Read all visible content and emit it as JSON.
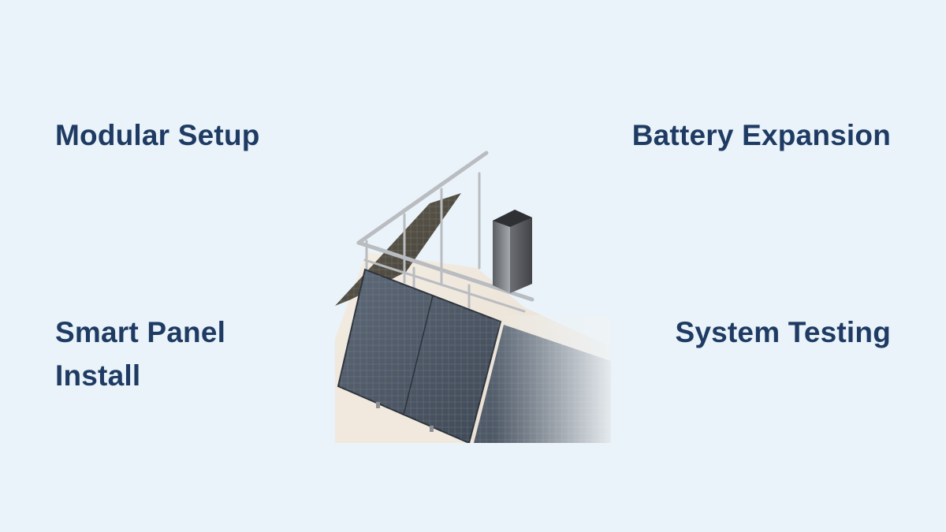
{
  "features": {
    "top_left": "Modular Setup",
    "top_right": "Battery Expansion",
    "bottom_left_line1": "Smart Panel",
    "bottom_left_line2": "Install",
    "bottom_right": "System Testing"
  },
  "illustration": {
    "subject": "balcony solar panel system with railing-mounted panels and battery unit",
    "icons": [
      "solar-panel-icon",
      "battery-unit-icon",
      "balcony-railing-icon"
    ]
  },
  "colors": {
    "background": "#e9f3f9",
    "label_text": "#1f3b63"
  }
}
